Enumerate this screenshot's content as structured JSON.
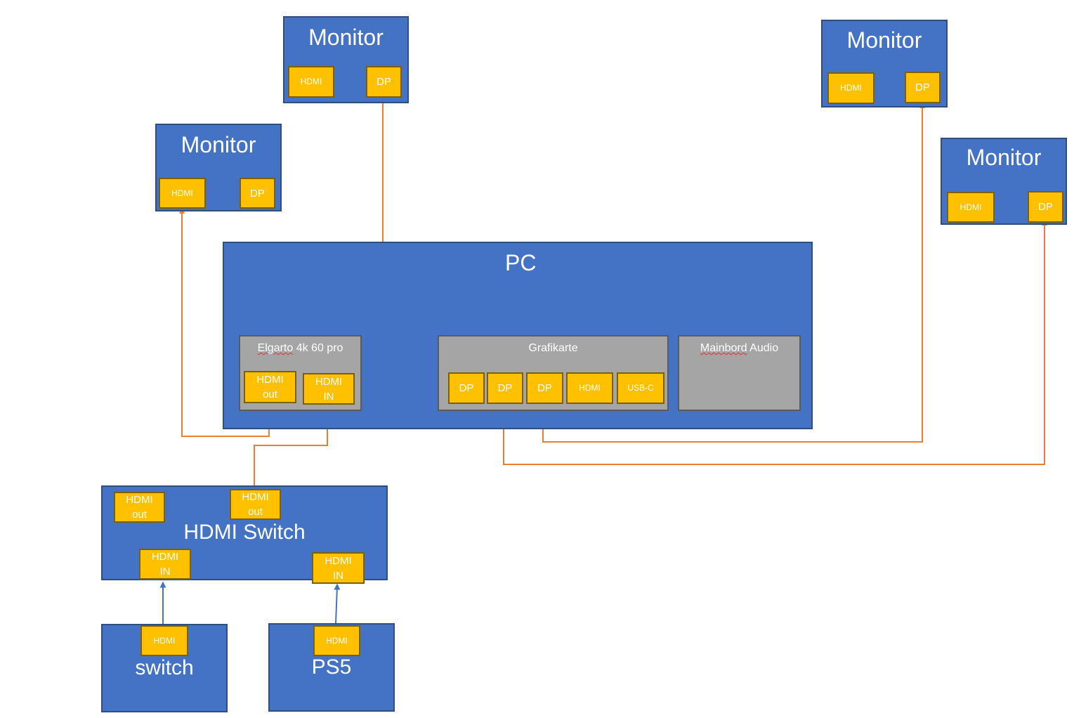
{
  "monitors": [
    {
      "title": "Monitor",
      "port_hdmi": "HDMI",
      "port_dp": "DP"
    },
    {
      "title": "Monitor",
      "port_hdmi": "HDMI",
      "port_dp": "DP"
    },
    {
      "title": "Monitor",
      "port_hdmi": "HDMI",
      "port_dp": "DP"
    },
    {
      "title": "Monitor",
      "port_hdmi": "HDMI",
      "port_dp": "DP"
    }
  ],
  "pc": {
    "title": "PC",
    "elgato": {
      "title_word": "Elgarto",
      "title_rest": " 4k 60 pro",
      "hdmi_out": "HDMI\nout",
      "hdmi_in": "HDMI\nIN"
    },
    "gpu": {
      "title": "Grafikarte",
      "ports": [
        "DP",
        "DP",
        "DP",
        "HDMI",
        "USB-C"
      ]
    },
    "audio": {
      "title_word": "Mainbord",
      "title_rest": " Audio"
    }
  },
  "hdmi_switch": {
    "title": "HDMI Switch",
    "out_1": "HDMI\nout",
    "out_2": "HDMI\nout",
    "in_1": "HDMI\nIN",
    "in_2": "HDMI\nIN"
  },
  "devices": [
    {
      "title": "switch",
      "port": "HDMI"
    },
    {
      "title": "PS5",
      "port": "HDMI"
    }
  ],
  "colors": {
    "box_blue": "#4472c4",
    "box_gray": "#a5a5a5",
    "port_yellow": "#ffc000",
    "cable_orange": "#ed7d31",
    "cable_blue": "#4472c4"
  }
}
